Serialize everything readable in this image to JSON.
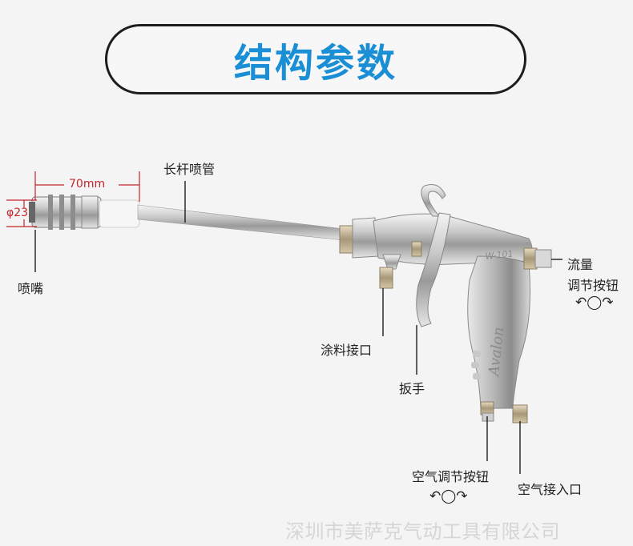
{
  "header": {
    "title": "结构参数"
  },
  "callouts": {
    "long_pipe": "长杆喷管",
    "nozzle": "喷嘴",
    "paint_inlet": "涂料接口",
    "trigger": "扳手",
    "flow_knob_line1": "流量",
    "flow_knob_line2": "调节按钮",
    "air_knob": "空气调节按钮",
    "air_inlet": "空气接入口"
  },
  "dimensions": {
    "length": "70mm",
    "diameter": "φ23"
  },
  "gun": {
    "body_marking": "Avalon",
    "model_marking": "W-101"
  },
  "footer": {
    "watermark": "深圳市美萨克气动工具有限公司"
  },
  "icons": {
    "flow_rotate": "rotate-adjust-icon",
    "air_rotate": "rotate-adjust-icon"
  },
  "colors": {
    "title": "#1a8fd6",
    "dimension": "#c4262b"
  }
}
